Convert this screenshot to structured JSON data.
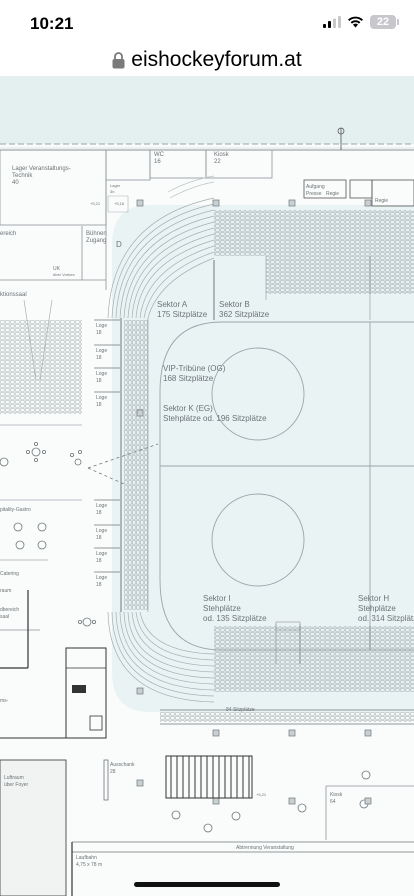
{
  "status_bar": {
    "time": "10:21",
    "battery": "22"
  },
  "browser": {
    "url": "eishockeyforum.at"
  },
  "plan": {
    "labels": {
      "lager": "Lager Veranstaltungs-",
      "lager2": "Technik",
      "lager_num": "40",
      "wc": "WC",
      "wc_num": "16",
      "kiosk_top": "Kiosk",
      "kiosk_top_num": "22",
      "aufgang": "Aufgang",
      "presse": "Presse",
      "regie": "Regie",
      "regie2": "Regie",
      "buehnen": "Bühnen",
      "zugang": "Zugang",
      "bereich": "ereich",
      "uk": "UK",
      "uk2": "über Vorhex",
      "aktionssaal": "ktionssaal",
      "lager_small": "Lager",
      "lager_small_num": "3n",
      "sektor_a": "Sektor A",
      "sektor_a_seats": "175 Sitzplätze",
      "sektor_b": "Sektor B",
      "sektor_b_seats": "362 Sitzplätze",
      "vip": "VIP-Tribüne (OG)",
      "vip_seats": "168 Sitzplätze",
      "sektor_k": "Sektor K (EG)",
      "sektor_k_seats": "Stehplätze od. 196 Sitzplätze",
      "sektor_i": "Sektor I",
      "sektor_i_1": "Stehplätze",
      "sektor_i_2": "od. 135 Sitzplätze",
      "sektor_h": "Sektor H",
      "sektor_h_1": "Stehplätze",
      "sektor_h_2": "od. 314 Sitzplätze",
      "loge": "Loge",
      "loge_num": "18",
      "hospitality": "pitality-Gastro",
      "catering": "Catering",
      "raum": "raum",
      "foyer_bereich": "dbereich",
      "saal": "saal",
      "ms": "ms-",
      "sitzplaetze_84": "84 Sitzplätze",
      "ausschank": "Ausschank",
      "ausschank_num": "28",
      "luftraum": "Luftraum",
      "luftraum2": "über Foyer",
      "kiosk_bottom": "Kiosk",
      "kiosk_bottom_num": "64",
      "abtrennung": "Abtrennung Veranstaltung",
      "laufbahn": "Laufbahn",
      "laufbahn_dim": "4,75 x 78 m",
      "level1": "+5,21",
      "level2": "+5,16",
      "level3": "+5,21",
      "d_mark": "D"
    }
  }
}
